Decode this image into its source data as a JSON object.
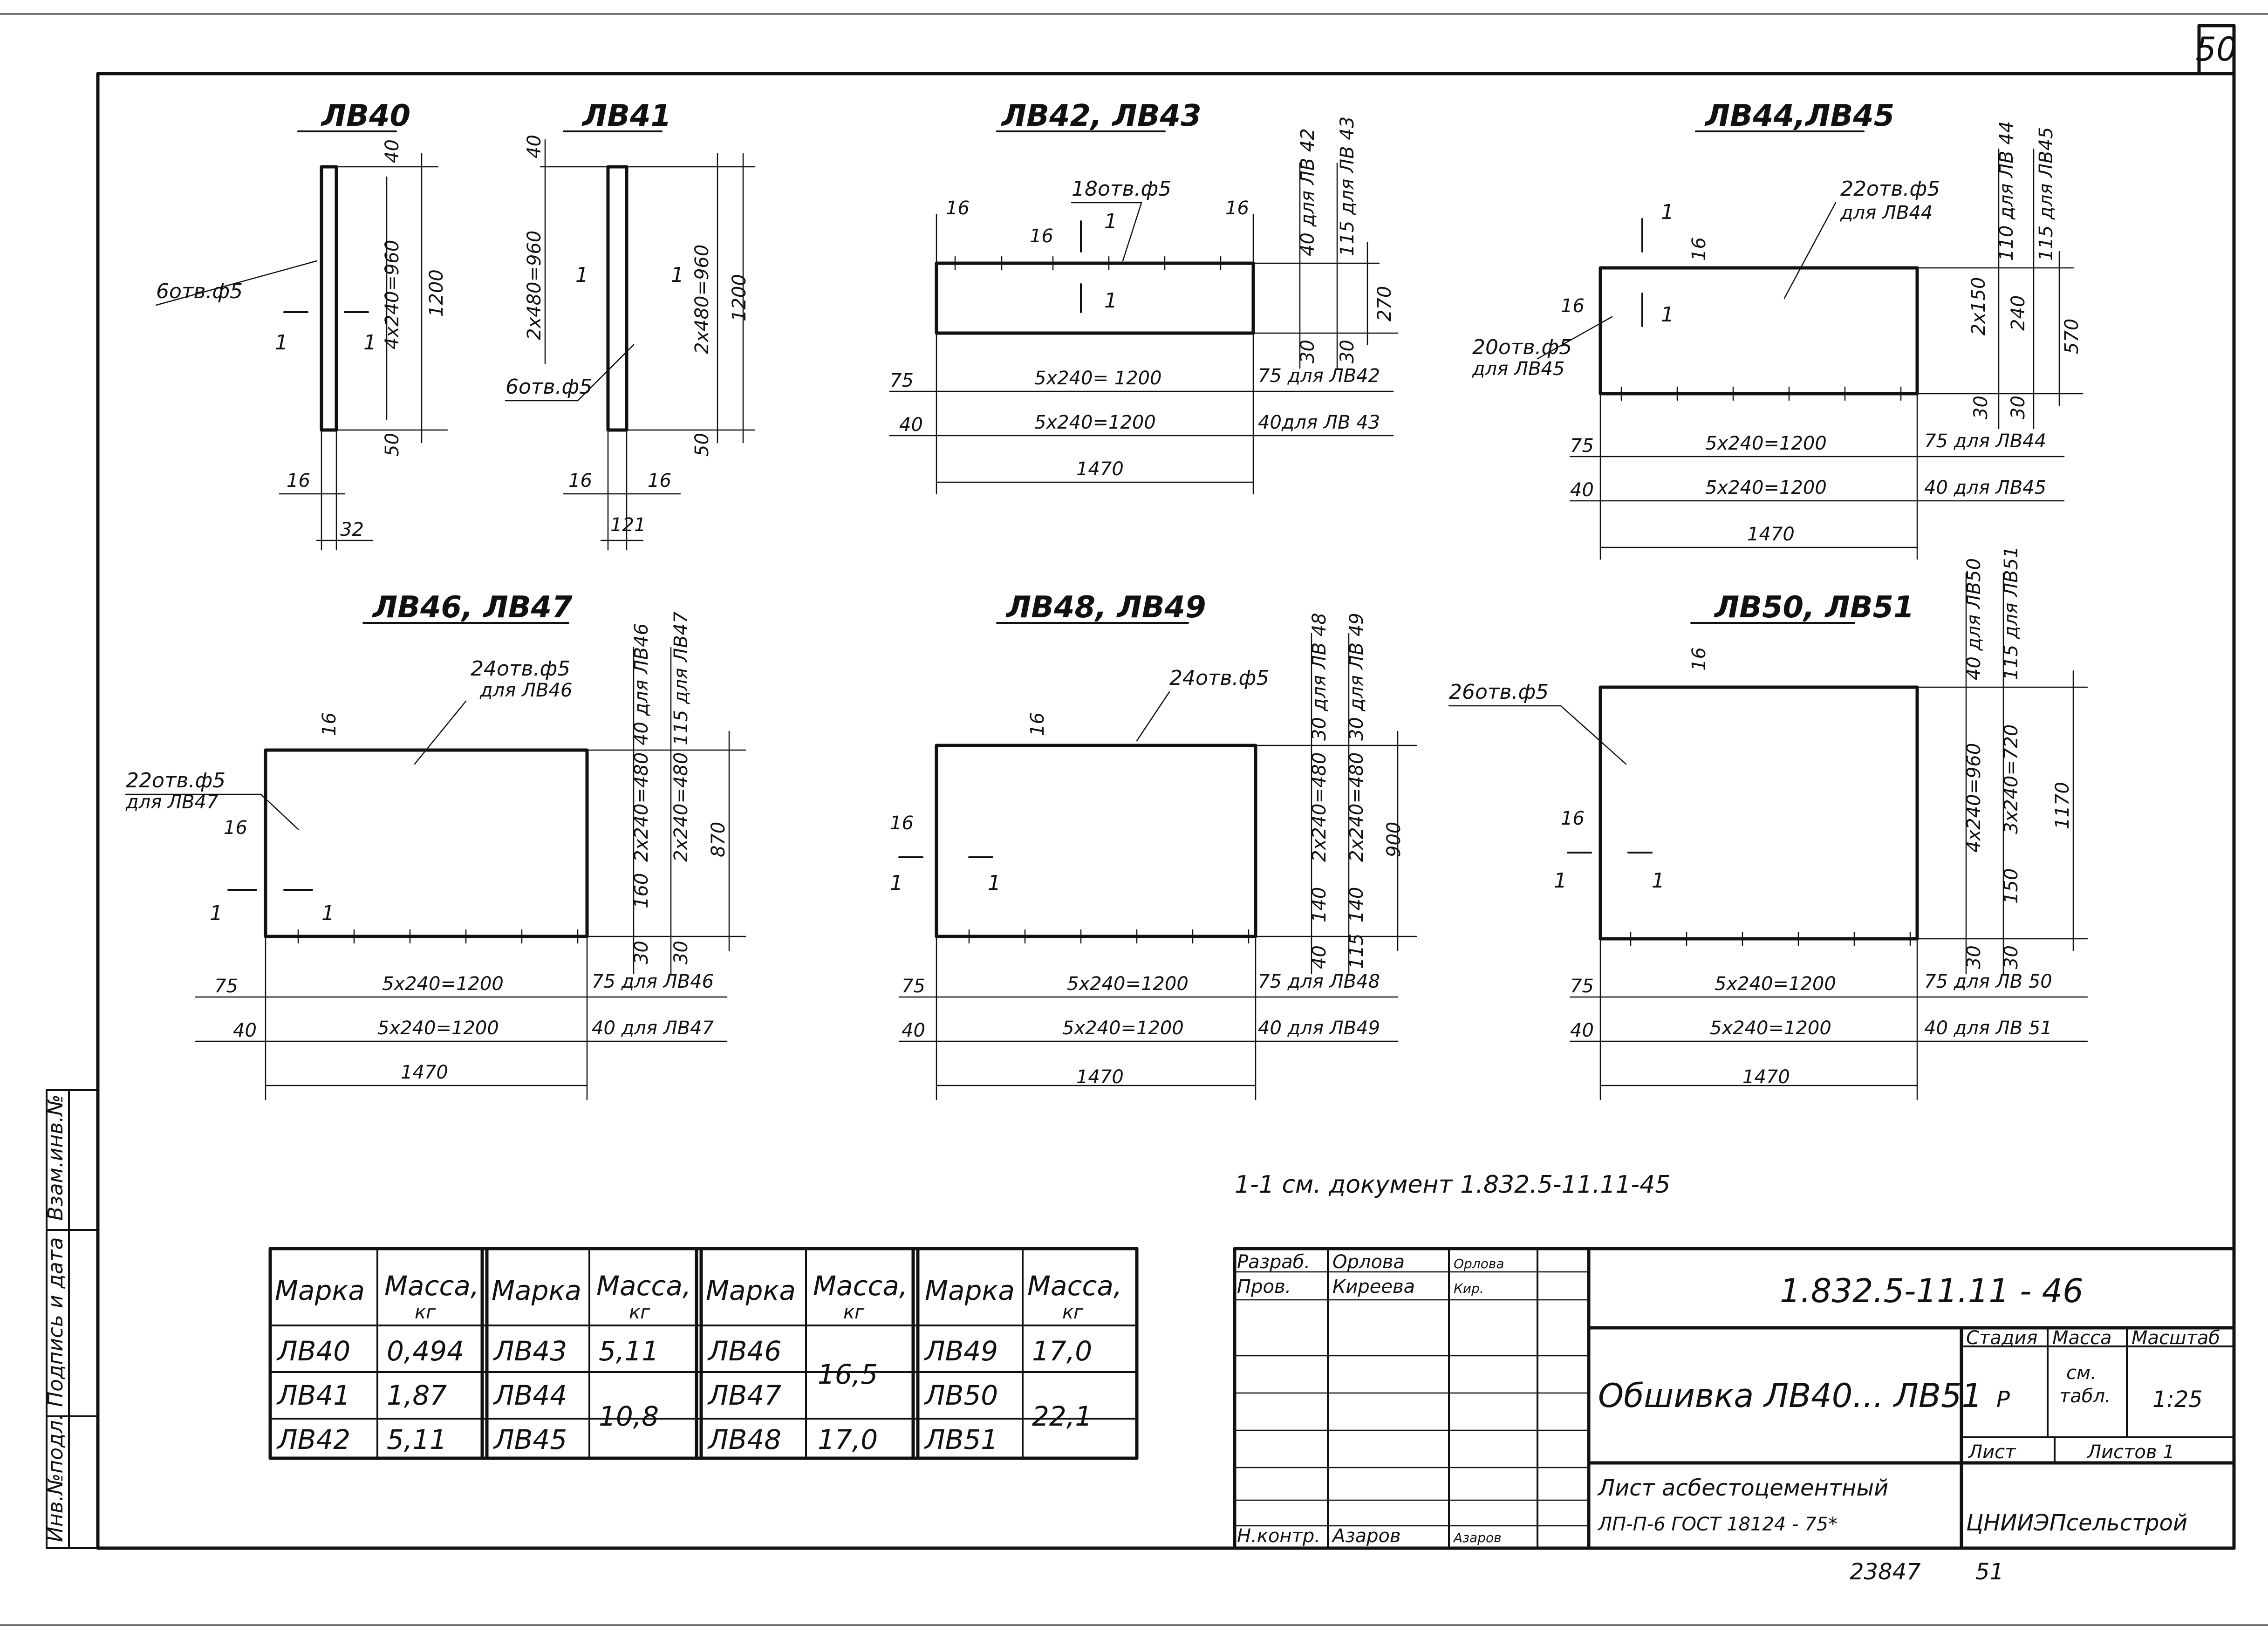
{
  "page_number": "50",
  "drawings": {
    "lv40": {
      "title": "ЛВ40",
      "holes": "6отв.ф5",
      "d_top": "40",
      "d_mid": "4х240=960",
      "d_total": "1200",
      "d_bot": "50",
      "d_w16": "16",
      "d_w32": "32",
      "sec": "1",
      "sec2": "1"
    },
    "lv41": {
      "title": "ЛВ41",
      "holes": "6отв.ф5",
      "d_top": "40",
      "d_left": "2х480=960",
      "d_right": "2х480=960",
      "d_total": "1200",
      "d_bot": "50",
      "d_w16a": "16",
      "d_w16b": "16",
      "d_w121": "121",
      "sec": "1",
      "sec2": "1"
    },
    "lv42": {
      "title": "ЛВ42, ЛВ43",
      "holes": "18отв.ф5",
      "d16a": "16",
      "d16b": "16",
      "d16c": "16",
      "d40": "40 для ЛВ 42",
      "d115": "115 для ЛВ 43",
      "d270": "270",
      "d30a": "30",
      "d30b": "30",
      "d75": "75",
      "d40l": "40",
      "row1": "5х240= 1200",
      "row2": "5х240=1200",
      "r75": "75 для ЛВ42",
      "r40": "40для ЛВ 43",
      "total": "1470",
      "sec": "1",
      "sec2": "1"
    },
    "lv44": {
      "title": "ЛВ44,ЛВ45",
      "holes1": "22отв.ф5",
      "holes1b": "для ЛВ44",
      "holes2": "20отв.ф5",
      "holes2b": "для ЛВ45",
      "d16a": "16",
      "d16b": "16",
      "d110": "110 для ЛВ 44",
      "d115": "115 для ЛВ45",
      "d2150": "2х150",
      "d240": "240",
      "d570": "570",
      "d30a": "30",
      "d30b": "30",
      "d75": "75",
      "d40l": "40",
      "row1": "5х240=1200",
      "row2": "5х240=1200",
      "r75": "75 для ЛВ44",
      "r40": "40 для ЛВ45",
      "total": "1470",
      "sec": "1",
      "sec2": "1"
    },
    "lv46": {
      "title": "ЛВ46,  ЛВ47",
      "holes1": "24отв.ф5",
      "holes1b": "для ЛВ46",
      "holes2": "22отв.ф5",
      "holes2b": "для ЛВ47",
      "d16a": "16",
      "d16b": "16",
      "d40": "40 для ЛВ46",
      "d115": "115 для ЛВ47",
      "d2240a": "2х240=480",
      "d2240b": "2х240=480",
      "d160": "160",
      "d870": "870",
      "d30a": "30",
      "d30b": "30",
      "d75": "75",
      "d40l": "40",
      "row1": "5х240=1200",
      "row2": "5х240=1200",
      "r75": "75 для ЛВ46",
      "r40": "40 для ЛВ47",
      "total": "1470",
      "sec": "1",
      "sec2": "1"
    },
    "lv48": {
      "title": "ЛВ48, ЛВ49",
      "holes": "24отв.ф5",
      "d16a": "16",
      "d16b": "16",
      "d30a": "30 для ЛВ 48",
      "d30b": "30 для ЛВ 49",
      "d2240a": "2х240=480",
      "d2240b": "2х240=480",
      "d140a": "140",
      "d140b": "140",
      "d900": "900",
      "d40": "40",
      "d115": "115",
      "d75": "75",
      "d40l": "40",
      "row1": "5х240=1200",
      "row2": "5х240=1200",
      "r75": "75 для ЛВ48",
      "r40": "40 для ЛВ49",
      "total": "1470",
      "sec": "1",
      "sec2": "1"
    },
    "lv50": {
      "title": "ЛВ50,  ЛВ51",
      "holes": "26отв.ф5",
      "d16a": "16",
      "d16b": "16",
      "d40": "40 для ЛВ50",
      "d115": "115 для ЛВ51",
      "d4240": "4х240=960",
      "d3240": "3х240=720",
      "d150": "150",
      "d1170": "1170",
      "d30a": "30",
      "d30b": "30",
      "d75": "75",
      "d40l": "40",
      "row1": "5х240=1200",
      "row2": "5х240=1200",
      "r75": "75 для ЛВ 50",
      "r40": "40 для ЛВ 51",
      "total": "1470",
      "sec": "1",
      "sec2": "1"
    }
  },
  "section_note": "1-1 см. документ 1.832.5-11.11-45",
  "mass_table": {
    "header_mark": "Марка",
    "header_mass": "Масса,",
    "header_unit": "кг",
    "rows": [
      [
        "ЛВ40",
        "0,494",
        "ЛВ43",
        "5,11",
        "ЛВ46",
        "16,5",
        "ЛВ49",
        "17,0"
      ],
      [
        "ЛВ41",
        "1,87",
        "ЛВ44",
        "10,8",
        "ЛВ47",
        "",
        "ЛВ50",
        "22,1"
      ],
      [
        "ЛВ42",
        "5,11",
        "ЛВ45",
        "",
        "ЛВ48",
        "17,0",
        "ЛВ51",
        ""
      ]
    ]
  },
  "side_stamp": {
    "c1": "Взам.инв.№",
    "c2": "Подпись и дата",
    "c3": "Инв.№подл."
  },
  "title_block": {
    "role1": "Разраб.",
    "name1": "Орлова",
    "sign1": "Орлова",
    "role2": "Пров.",
    "name2": "Киреева",
    "sign2": "Кир.",
    "role3": "Н.контр.",
    "name3": "Азаров",
    "sign3": "Азаров",
    "doc_code": "1.832.5-11.11 - 46",
    "title": "Обшивка ЛВ40... ЛВ51",
    "stage_h": "Стадия",
    "mass_h": "Масса",
    "scale_h": "Масштаб",
    "stage": "Р",
    "mass": "см.",
    "mass2": "табл.",
    "scale": "1:25",
    "sheet_h": "Лист",
    "sheets_h": "Листов 1",
    "material1": "Лист асбестоцементный",
    "material2": "ЛП-П-6 ГОСТ 18124 - 75*",
    "org": "ЦНИИЭПсельстрой",
    "archive": "23847",
    "archive2": "51"
  }
}
